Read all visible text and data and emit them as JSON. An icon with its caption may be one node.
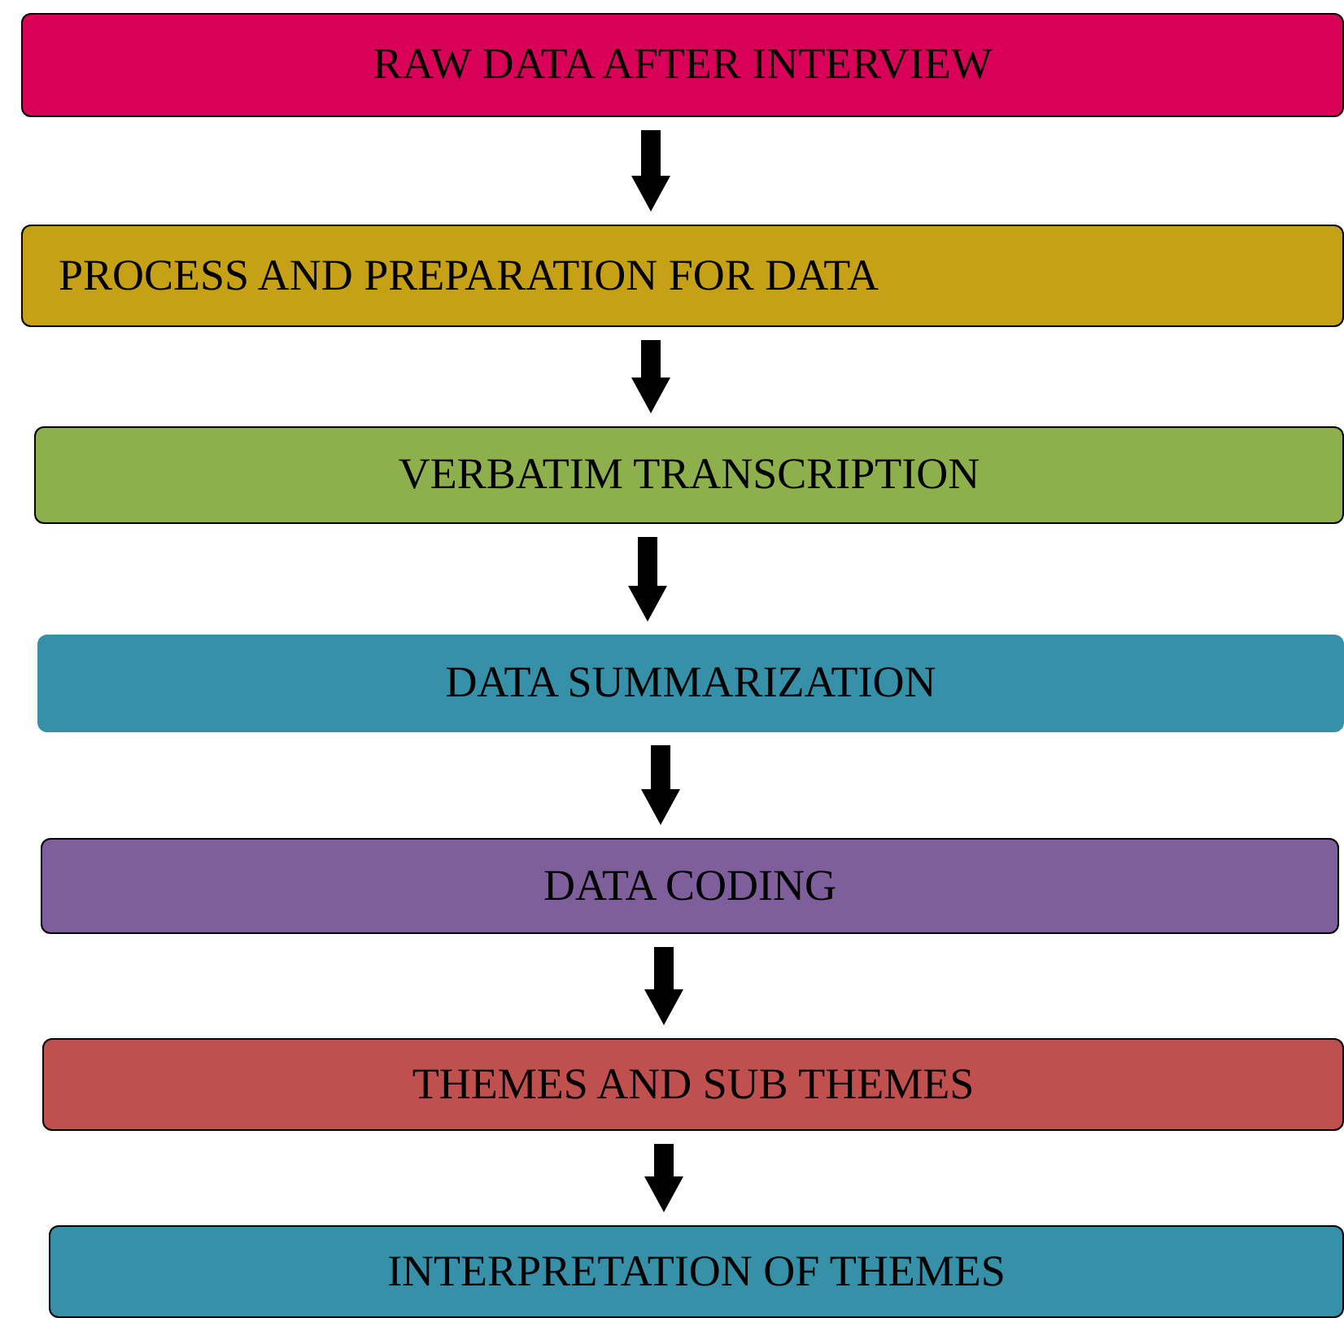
{
  "diagram": {
    "nodes": [
      {
        "text": [
          "RAW DATA AFTER INTERVIEW"
        ]
      },
      {
        "text": [
          "PROCESS AND PREPARATION FOR DATA"
        ]
      },
      {
        "text": [
          "VERBATIM TRANSCRIPTION"
        ]
      },
      {
        "text": [
          "DATA SUMMARIZATION"
        ]
      },
      {
        "text": [
          "DATA CODING"
        ]
      },
      {
        "text": [
          "THEMES AND SUB THEMES"
        ]
      },
      {
        "text": [
          "INTERPRETATION OF THEMES"
        ]
      }
    ],
    "edges": [
      {
        "from": 0,
        "to": 1,
        "arrow": "to"
      },
      {
        "from": 1,
        "to": 2,
        "arrow": "to"
      },
      {
        "from": 2,
        "to": 3,
        "arrow": "to"
      },
      {
        "from": 3,
        "to": 4,
        "arrow": "to"
      },
      {
        "from": 4,
        "to": 5,
        "arrow": "to"
      },
      {
        "from": 5,
        "to": 6,
        "arrow": "to"
      }
    ]
  }
}
